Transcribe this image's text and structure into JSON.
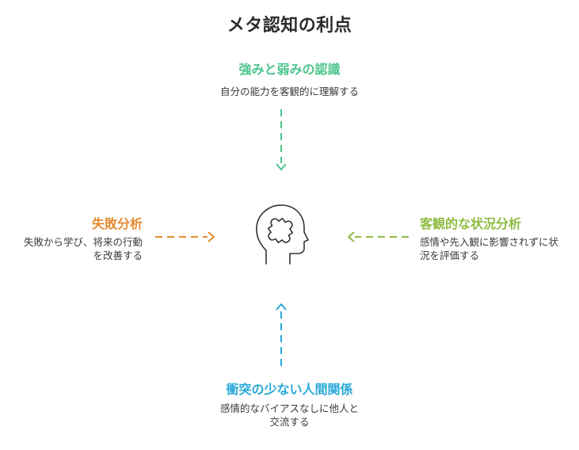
{
  "title": "メタ認知の利点",
  "colors": {
    "top": "#4bc48b",
    "left": "#e58a2e",
    "right": "#8dbb3f",
    "bottom": "#27a8d8",
    "icon": "#333333"
  },
  "icons": {
    "center": "head-with-puzzle-icon"
  },
  "nodes": {
    "top": {
      "heading": "強みと弱みの認識",
      "description": "自分の能力を客観的に理解する"
    },
    "left": {
      "heading": "失敗分析",
      "description": "失敗から学び、将来の行動を改善する"
    },
    "right": {
      "heading": "客観的な状況分析",
      "description": "感情や先入観に影響されずに状況を評価する"
    },
    "bottom": {
      "heading": "衝突の少ない人間関係",
      "description_line1": "感情的なバイアスなしに他人と",
      "description_line2": "交流する"
    }
  }
}
